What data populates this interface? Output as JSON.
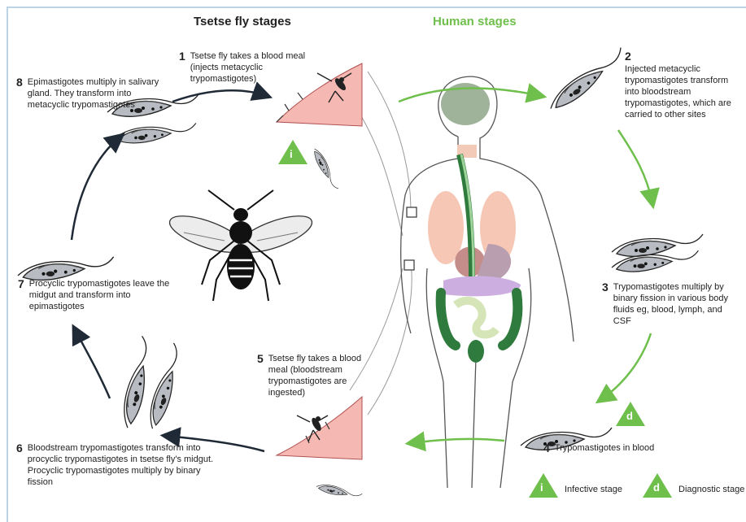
{
  "headings": {
    "fly": "Tsetse fly stages",
    "human": "Human stages"
  },
  "steps": [
    {
      "num": "1",
      "text": "Tsetse fly takes a blood meal (injects metacyclic trypomastigotes)"
    },
    {
      "num": "2",
      "text": "Injected metacyclic trypomastigotes transform into bloodstream trypomastigotes, which are carried to other sites"
    },
    {
      "num": "3",
      "text": "Trypomastigotes multiply by binary fission in various body fluids eg, blood, lymph, and CSF"
    },
    {
      "num": "4",
      "text": "Trypomastigotes in blood"
    },
    {
      "num": "5",
      "text": "Tsetse fly takes a blood meal (bloodstream trypomastigotes are ingested)"
    },
    {
      "num": "6",
      "text": "Bloodstream trypomastigotes transform into procyclic trypomastigotes in tsetse fly's midgut. Procyclic trypomastigotes multiply by binary fission"
    },
    {
      "num": "7",
      "text": "Procyclic trypomastigotes leave the midgut and transform into epimastigotes"
    },
    {
      "num": "8",
      "text": "Epimastigotes multiply in salivary gland. They transform into metacyclic trypomastigotes"
    }
  ],
  "badges": {
    "infective": "i",
    "diagnostic": "d"
  },
  "legend": {
    "infective": "Infective stage",
    "diagnostic": "Diagnostic stage"
  },
  "colors": {
    "green": "#6fbf4c",
    "dark_arrow": "#1f2a36",
    "skin": "#f6b8b3",
    "parasite": "#b8bcc2"
  }
}
